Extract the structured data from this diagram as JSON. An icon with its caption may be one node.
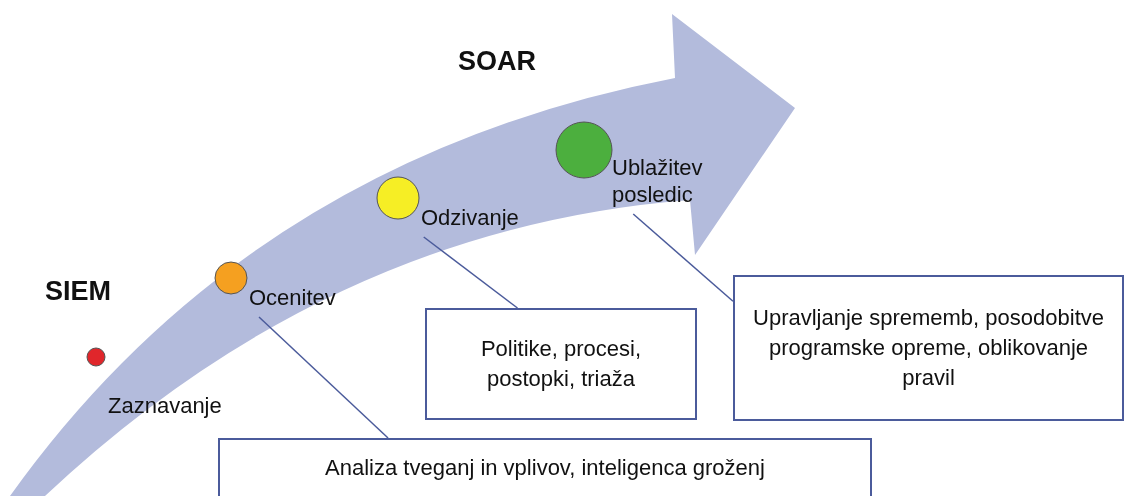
{
  "diagram": {
    "nodes": [
      {
        "text": [
          "Zaznavanje"
        ]
      },
      {
        "text": [
          "Ocenitev"
        ]
      },
      {
        "text": [
          "Odzivanje"
        ]
      },
      {
        "text": [
          "Ublažitev posledic"
        ]
      },
      {
        "text": [
          "Politike, procesi, postopki, triaža"
        ]
      },
      {
        "text": [
          "Upravljanje sprememb, posodobitve programske opreme, oblikovanje pravil"
        ]
      },
      {
        "text": [
          "Analiza tveganj in vplivov, inteligenca groženj"
        ]
      }
    ],
    "edges": [
      {
        "from": 1,
        "to": 6,
        "arrow": "none"
      },
      {
        "from": 2,
        "to": 4,
        "arrow": "none"
      },
      {
        "from": 3,
        "to": 5,
        "arrow": "none"
      }
    ],
    "labels": [
      "SOAR",
      "SIEM"
    ]
  }
}
